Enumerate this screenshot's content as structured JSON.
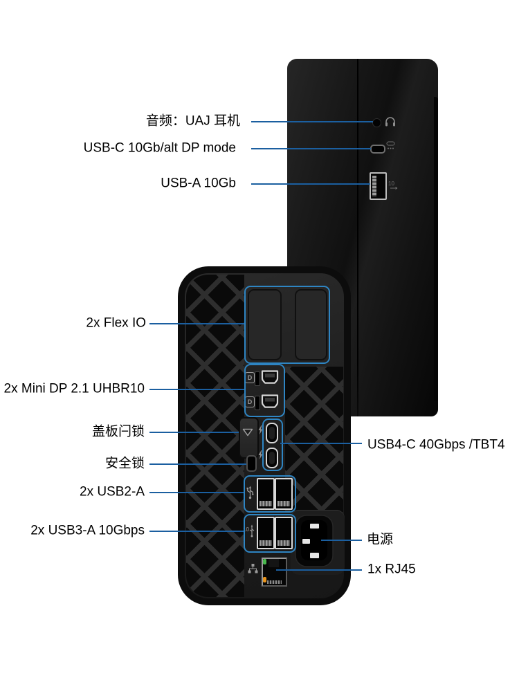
{
  "colors": {
    "background": "#ffffff",
    "callout_line": "#1b5fa0",
    "highlight_box": "#2e85c3",
    "device_body": "#141414",
    "label_text": "#000000",
    "led_green": "#49b84d",
    "led_orange": "#e8941c"
  },
  "callouts": {
    "front": [
      {
        "id": "audio",
        "label": "音频：UAJ 耳机"
      },
      {
        "id": "usb_c",
        "label": "USB-C 10Gb/alt DP mode"
      },
      {
        "id": "usb_a",
        "label": "USB-A 10Gb"
      }
    ],
    "rear_left": [
      {
        "id": "flex_io",
        "label": "2x Flex IO"
      },
      {
        "id": "mini_dp",
        "label": "2x Mini DP 2.1 UHBR10"
      },
      {
        "id": "cover_latch",
        "label": "盖板闩锁"
      },
      {
        "id": "security_lock",
        "label": "安全锁"
      },
      {
        "id": "usb2_a",
        "label": "2x USB2-A"
      },
      {
        "id": "usb3_a",
        "label": "2x USB3-A 10Gbps"
      }
    ],
    "rear_right": [
      {
        "id": "usb4_c",
        "label": "USB4-C 40Gbps /TBT4"
      },
      {
        "id": "power",
        "label": "电源"
      },
      {
        "id": "rj45",
        "label": "1x RJ45"
      }
    ]
  },
  "icons": [
    "headphone-icon",
    "usb-c-icon",
    "usb-10-icon",
    "displayport-icon",
    "thunderbolt-icon",
    "usb-trident-icon",
    "usb3-10-icon",
    "ethernet-icon"
  ]
}
